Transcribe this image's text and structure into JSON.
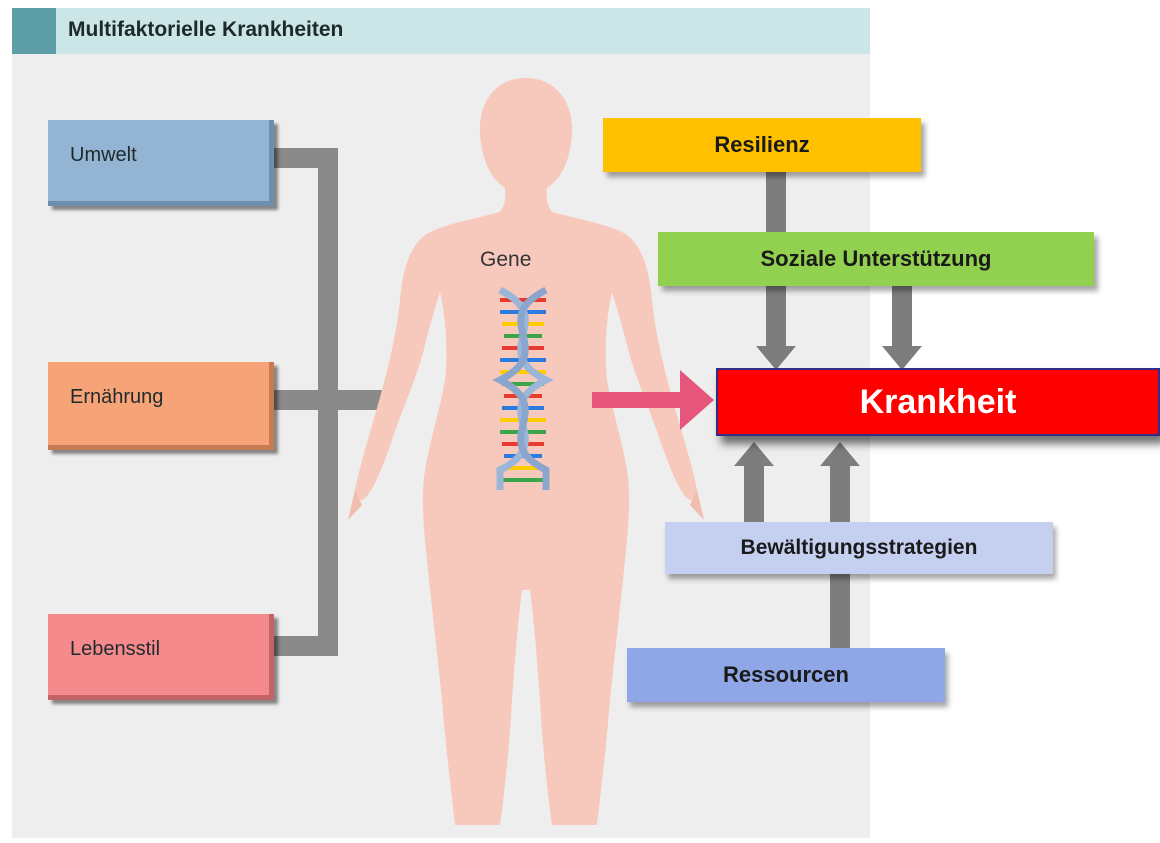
{
  "header": {
    "title": "Multifaktorielle Krankheiten"
  },
  "factors": [
    {
      "label": "Umwelt",
      "color": "#93b4d3"
    },
    {
      "label": "Ernährung",
      "color": "#f6a377"
    },
    {
      "label": "Lebensstil",
      "color": "#f58a8d"
    }
  ],
  "body": {
    "gene_label": "Gene",
    "skin_color": "#f7c9bc"
  },
  "influences": {
    "resilienz": {
      "label": "Resilienz",
      "color": "#ffc000"
    },
    "soziale_unterstuetzung": {
      "label": "Soziale Unterstützung",
      "color": "#92d050"
    },
    "bewaeltigungsstrategien": {
      "label": "Bewältigungsstrategien",
      "color": "#c5cff0"
    },
    "ressourcen": {
      "label": "Ressourcen",
      "color": "#8fa7e6"
    }
  },
  "outcome": {
    "label": "Krankheit",
    "color": "#ff0000"
  },
  "connectors": {
    "gray": "#7d7d7d",
    "arrow_pink": "#e6557a"
  }
}
